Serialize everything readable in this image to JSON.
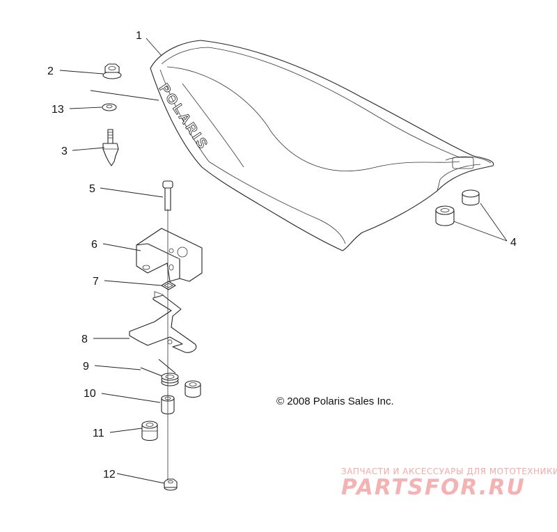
{
  "diagram": {
    "callouts": [
      {
        "id": "1",
        "label": "1"
      },
      {
        "id": "2",
        "label": "2"
      },
      {
        "id": "13",
        "label": "13"
      },
      {
        "id": "3",
        "label": "3"
      },
      {
        "id": "5",
        "label": "5"
      },
      {
        "id": "6",
        "label": "6"
      },
      {
        "id": "7",
        "label": "7"
      },
      {
        "id": "8",
        "label": "8"
      },
      {
        "id": "9",
        "label": "9"
      },
      {
        "id": "10",
        "label": "10"
      },
      {
        "id": "11",
        "label": "11"
      },
      {
        "id": "12",
        "label": "12"
      },
      {
        "id": "4",
        "label": "4"
      }
    ],
    "seat_logo_text": "POLARIS",
    "copyright": "© 2008 Polaris Sales Inc."
  },
  "watermark": {
    "tagline": "ЗАПЧАСТИ И АКСЕССУАРЫ ДЛЯ МОТОТЕХНИКИ",
    "brand": "PARTSFOR.RU",
    "color": "#f4b2b2"
  },
  "colors": {
    "line": "#222222",
    "background": "#ffffff"
  }
}
